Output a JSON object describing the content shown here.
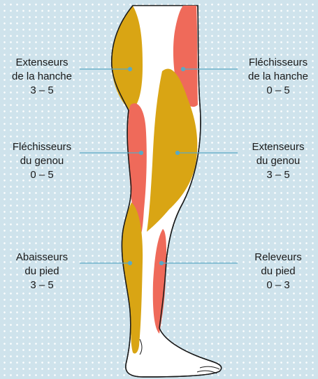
{
  "colors": {
    "extensor": "#d9a514",
    "flexor": "#ef6a5a",
    "skin": "#ffffff",
    "outline": "#1a1a1a",
    "leader": "#5aa9c4",
    "background": "#cfe3ec"
  },
  "muscle_groups": {
    "hip_extensors": {
      "line1": "Extenseurs",
      "line2": "de la hanche",
      "grade": "3 – 5"
    },
    "hip_flexors": {
      "line1": "Fléchisseurs",
      "line2": "de la hanche",
      "grade": "0 – 5"
    },
    "knee_flexors": {
      "line1": "Fléchisseurs",
      "line2": "du genou",
      "grade": "0 – 5"
    },
    "knee_extensors": {
      "line1": "Extenseurs",
      "line2": "du genou",
      "grade": "3 – 5"
    },
    "plantar_flexors": {
      "line1": "Abaisseurs",
      "line2": "du pied",
      "grade": "3 – 5"
    },
    "dorsiflexors": {
      "line1": "Releveurs",
      "line2": "du pied",
      "grade": "0 – 3"
    }
  }
}
